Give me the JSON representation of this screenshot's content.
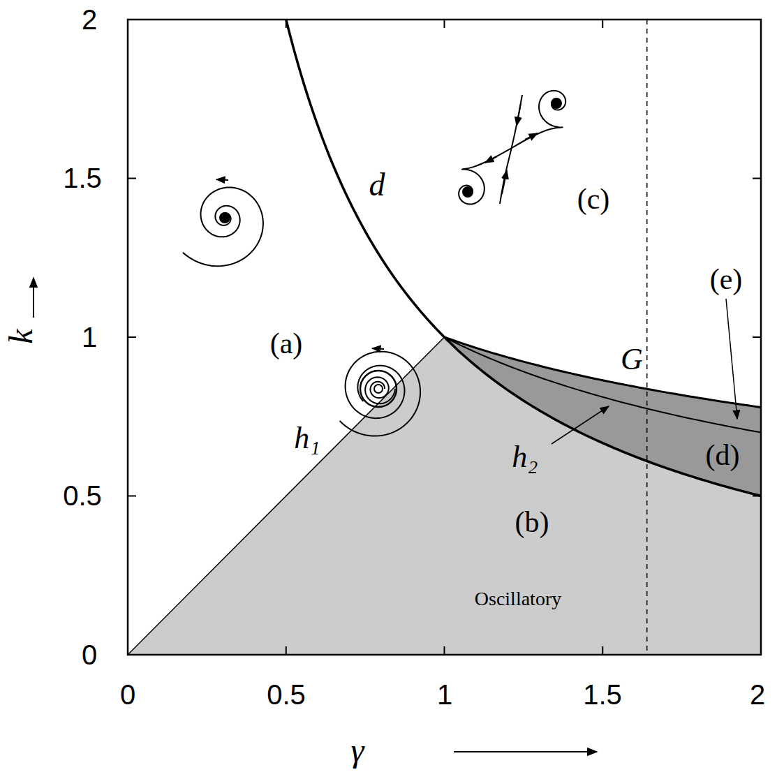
{
  "diagram": {
    "labels": [
      "2",
      "1.5",
      "1",
      "0.5",
      "0",
      "0",
      "0.5",
      "1",
      "1.5",
      "2",
      "k",
      "γ",
      "d",
      "(c)",
      "(a)",
      "(b)",
      "(d)",
      "(e)",
      "G",
      "h₁",
      "h₂",
      "Oscillatory"
    ]
  }
}
